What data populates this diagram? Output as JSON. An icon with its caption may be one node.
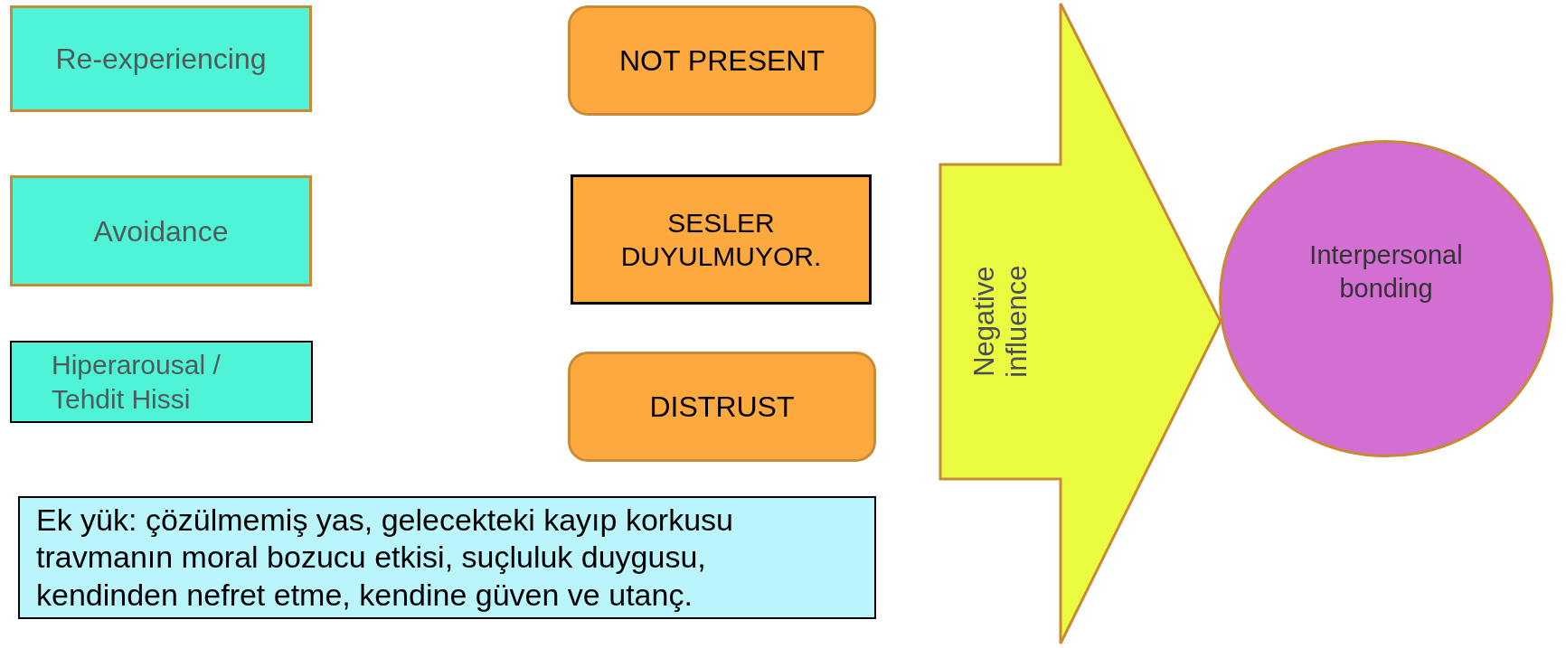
{
  "diagram": {
    "nodes": [
      {
        "text": [
          "Re-experiencing"
        ]
      },
      {
        "text": [
          "Avoidance"
        ]
      },
      {
        "text": [
          "Hiperarousal / Tehdit Hissi"
        ]
      },
      {
        "text": [
          "NOT PRESENT"
        ]
      },
      {
        "text": [
          "SESLER DUYULMUYOR."
        ]
      },
      {
        "text": [
          "DISTRUST"
        ]
      },
      {
        "text": [
          "Ek yük: çözülmemiş yas, gelecekteki kayıp korkusu travmanın moral bozucu etkisi, suçluluk duygusu, kendinden nefret etme, kendine güven ve utanç."
        ]
      },
      {
        "text": [
          "Interpersonal bonding"
        ]
      }
    ],
    "edges": [
      {
        "from": null,
        "to": 7,
        "arrow": "to",
        "label": "Negative influence"
      }
    ]
  }
}
